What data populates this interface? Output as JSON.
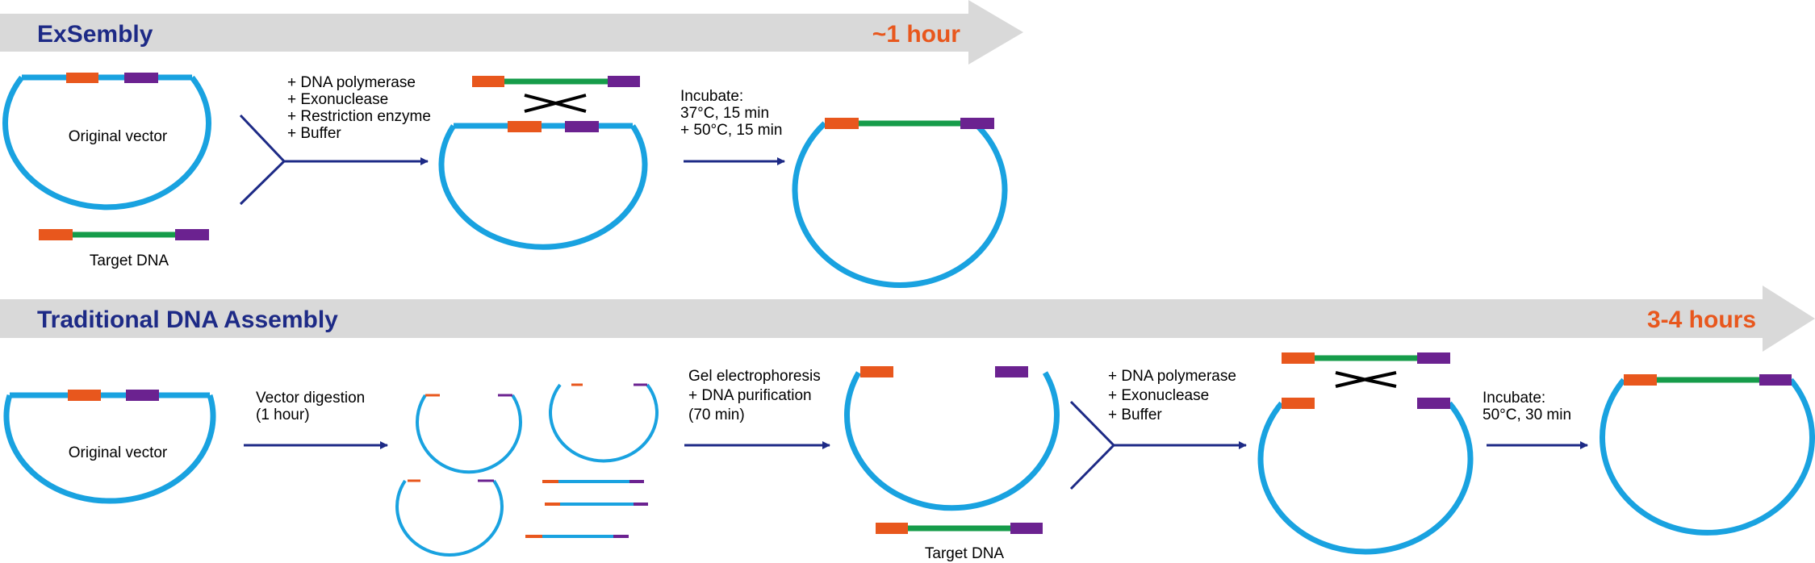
{
  "colors": {
    "title": "#1d2a86",
    "time": "#e8571d",
    "header_band": "#d9d9d9",
    "vector": "#19a2e0",
    "orange_end": "#e8571d",
    "purple_end": "#6b2290",
    "insert": "#169c4a",
    "arrow": "#1d2a86",
    "cross": "#000000"
  },
  "exsembly": {
    "title": "ExSembly",
    "time": "~1 hour",
    "original_vector_label": "Original vector",
    "target_dna_label": "Target DNA",
    "reagents": [
      "+ DNA polymerase",
      "+ Exonuclease",
      "+ Restriction enzyme",
      "+ Buffer"
    ],
    "incubate": [
      "Incubate:",
      "37°C, 15 min",
      "+ 50°C, 15 min"
    ]
  },
  "traditional": {
    "title": "Traditional DNA Assembly",
    "time": "3-4 hours",
    "original_vector_label": "Original vector",
    "digestion": [
      "Vector digestion",
      "(1 hour)"
    ],
    "purification": [
      "Gel electrophoresis",
      "+ DNA purification",
      "(70 min)"
    ],
    "target_dna_label": "Target DNA",
    "reagents": [
      "+ DNA polymerase",
      "+ Exonuclease",
      "+ Buffer"
    ],
    "incubate": [
      "Incubate:",
      "50°C, 30 min"
    ]
  }
}
